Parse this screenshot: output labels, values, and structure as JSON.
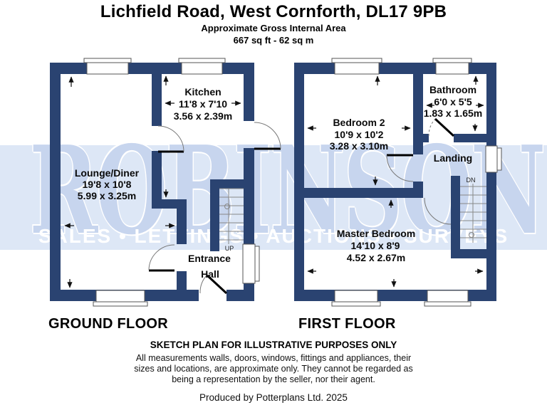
{
  "header": {
    "title": "Lichfield Road, West Cornforth, DL17 9PB",
    "subtitle": "Approximate Gross Internal Area",
    "area": "667 sq ft - 62 sq m"
  },
  "watermark": {
    "name": "ROBINSONS",
    "tagline": "SALES • LETTINGS • AUCTIONS • SURVEYS",
    "band_color": "#dde7f6",
    "letter_color": "#c7d5ee",
    "tagline_color": "#ffffff"
  },
  "rooms": {
    "kitchen": {
      "name": "Kitchen",
      "imperial": "11'8 x 7'10",
      "metric": "3.56 x 2.39m"
    },
    "lounge": {
      "name": "Lounge/Diner",
      "imperial": "19'8 x 10'8",
      "metric": "5.99 x 3.25m"
    },
    "hall": {
      "line1": "Entrance",
      "line2": "Hall"
    },
    "bedroom2": {
      "name": "Bedroom 2",
      "imperial": "10'9 x 10'2",
      "metric": "3.28 x 3.10m"
    },
    "bathroom": {
      "name": "Bathroom",
      "imperial": "6'0 x 5'5",
      "metric": "1.83 x 1.65m"
    },
    "landing": {
      "name": "Landing"
    },
    "master": {
      "name": "Master Bedroom",
      "imperial": "14'10 x 8'9",
      "metric": "4.52 x 2.67m"
    }
  },
  "stairs": {
    "up": "UP",
    "down": "DN"
  },
  "floors": {
    "ground": "GROUND FLOOR",
    "first": "FIRST FLOOR"
  },
  "footer": {
    "notice": "SKETCH PLAN FOR ILLUSTRATIVE PURPOSES ONLY",
    "disclaimer_lines": [
      "All measurements walls, doors, windows, fittings and appliances, their",
      "sizes and locations, are approximate only. They cannot be regarded as",
      "being a representation by the seller, nor their agent."
    ],
    "credit": "Produced by Potterplans Ltd. 2025"
  },
  "colors": {
    "wall": "#2a4371",
    "door_leaf": "#000000",
    "door_arc": "#777777"
  }
}
